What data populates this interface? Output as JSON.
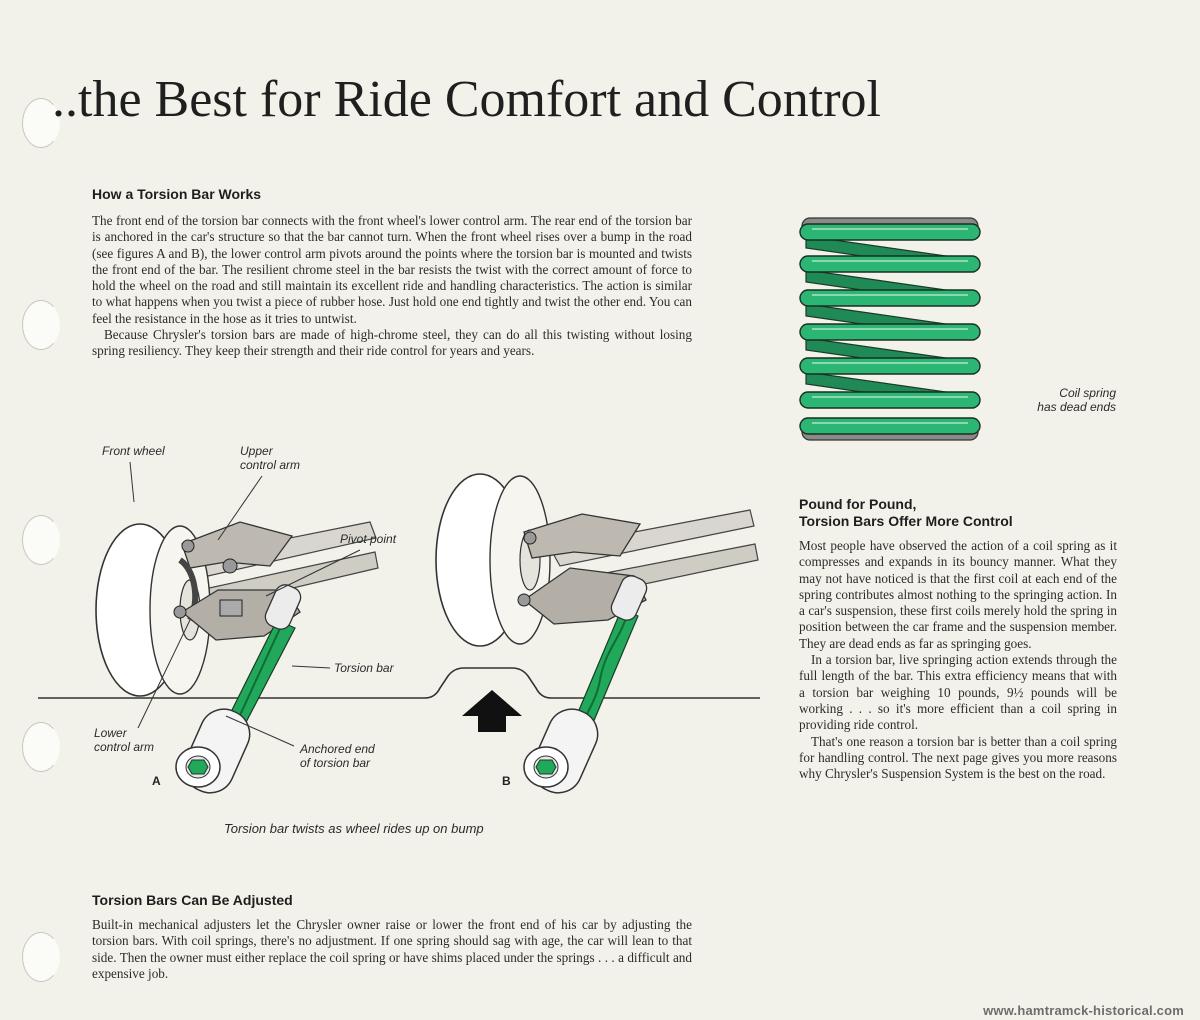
{
  "page": {
    "title": "..the Best for Ride Comfort and Control",
    "footer_url": "www.hamtramck-historical.com"
  },
  "torsion_works": {
    "heading": "How a Torsion Bar Works",
    "paragraphs": [
      "The front end of the torsion bar connects with the front wheel's lower control arm. The rear end of the torsion bar is anchored in the car's structure so that the bar cannot turn. When the front wheel rises over a bump in the road (see figures A and B), the lower control arm pivots around the points where the torsion bar is mounted and twists the front end of the bar. The resilient chrome steel in the bar resists the twist with the correct amount of force to hold the wheel on the road and still maintain its excellent ride and handling characteristics. The action is similar to what happens when you twist a piece of rubber hose. Just hold one end tightly and twist the other end. You can feel the resistance in the hose as it tries to untwist.",
      "Because Chrysler's torsion bars are made of high-chrome steel, they can do all this twisting without losing spring resiliency. They keep their strength and their ride control for years and years."
    ]
  },
  "diagram": {
    "labels": {
      "front_wheel": "Front wheel",
      "upper_arm_1": "Upper",
      "upper_arm_2": "control arm",
      "pivot_point": "Pivot point",
      "torsion_bar": "Torsion bar",
      "lower_arm_1": "Lower",
      "lower_arm_2": "control arm",
      "anchored_1": "Anchored end",
      "anchored_2": "of torsion bar",
      "fig_a": "A",
      "fig_b": "B"
    },
    "caption": "Torsion bar twists as wheel rides up on bump",
    "colors": {
      "bar_green": "#22a85a",
      "spring_green": "#2bb673",
      "spring_gray": "#8a8a8a"
    }
  },
  "coil": {
    "caption_1": "Coil spring",
    "caption_2": "has dead ends"
  },
  "pound": {
    "heading_1": "Pound for Pound,",
    "heading_2": "Torsion Bars Offer More Control",
    "paragraphs": [
      "Most people have observed the action of a coil spring as it compresses and expands in its bouncy manner. What they may not have noticed is that the first coil at each end of the spring contributes almost nothing to the springing action. In a car's suspension, these first coils merely hold the spring in position between the car frame and the suspension member. They are dead ends as far as springing goes.",
      "In a torsion bar, live springing action extends through the full length of the bar. This extra efficiency means that with a torsion bar weighing 10 pounds, 9½ pounds will be working . . . so it's more efficient than a coil spring in providing ride control.",
      "That's one reason a torsion bar is better than a coil spring for handling control. The next page gives you more reasons why Chrysler's Suspension System is the best on the road."
    ]
  },
  "adjust": {
    "heading": "Torsion Bars Can Be Adjusted",
    "paragraph": "Built-in mechanical adjusters let the Chrysler owner raise or lower the front end of his car by adjusting the torsion bars. With coil springs, there's no adjustment. If one spring should sag with age, the car will lean to that side. Then the owner must either replace the coil spring or have shims placed under the springs . . . a difficult and expensive job."
  }
}
